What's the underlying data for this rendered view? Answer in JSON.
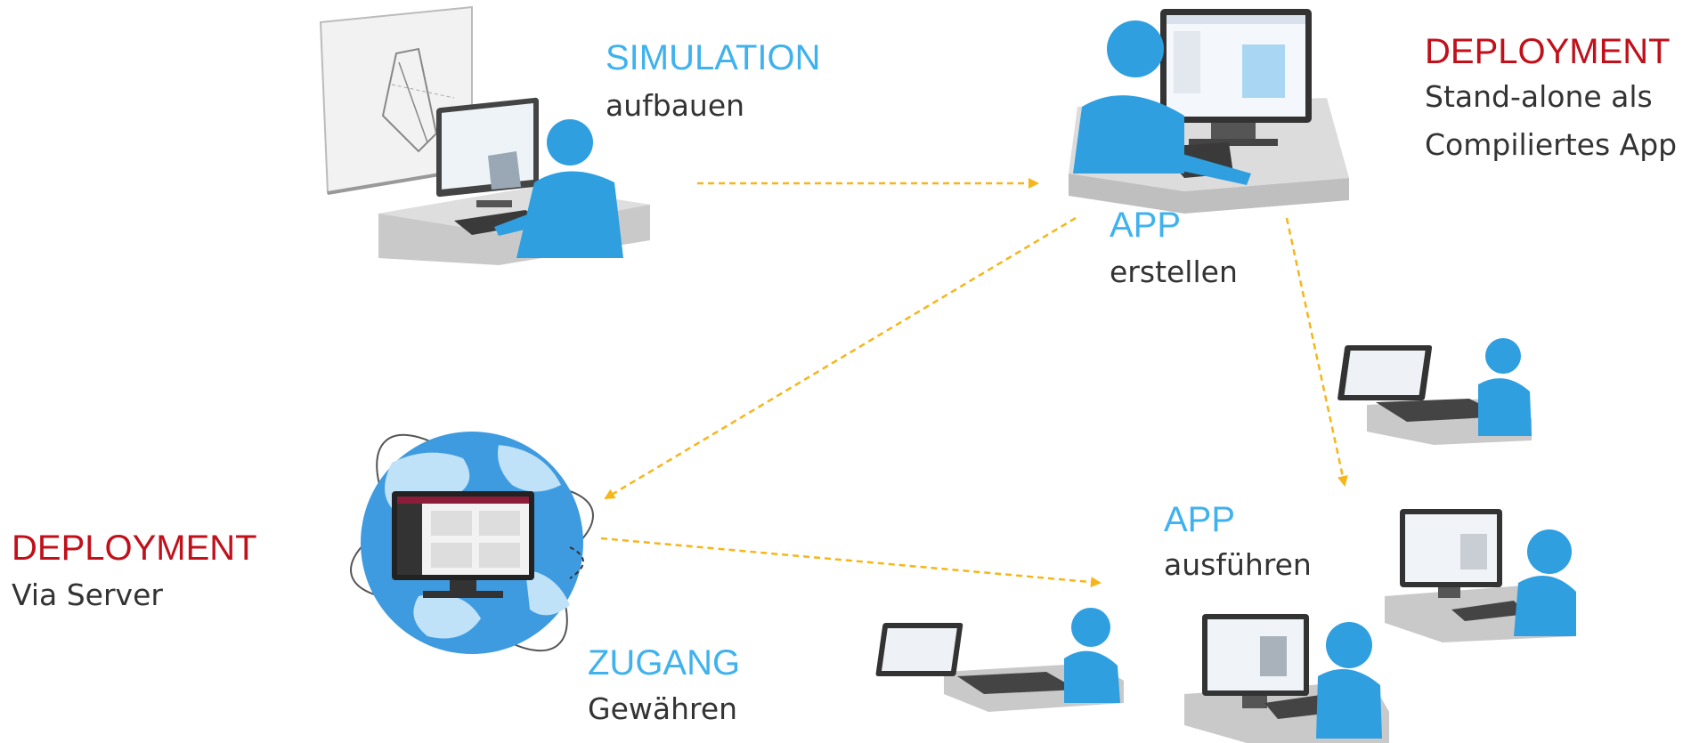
{
  "colors": {
    "accent_blue": "#3fb2ee",
    "accent_red": "#c0111b",
    "arrow": "#f5b61a",
    "person": "#2f9fe0",
    "desk": "#c7c7c7",
    "globe_ocean": "#3e9be0",
    "globe_land": "#bfe2f8"
  },
  "steps": {
    "simulation": {
      "title": "SIMULATION",
      "subtitle": "aufbauen"
    },
    "app_create": {
      "title": "APP",
      "subtitle": "erstellen"
    },
    "deploy_standalone": {
      "title": "DEPLOYMENT",
      "line1": "Stand-alone als",
      "line2": "Compiliertes App"
    },
    "deploy_server": {
      "title": "DEPLOYMENT",
      "subtitle": "Via Server"
    },
    "access": {
      "title": "ZUGANG",
      "subtitle": "Gewähren"
    },
    "app_run": {
      "title": "APP",
      "subtitle": "ausführen"
    }
  }
}
